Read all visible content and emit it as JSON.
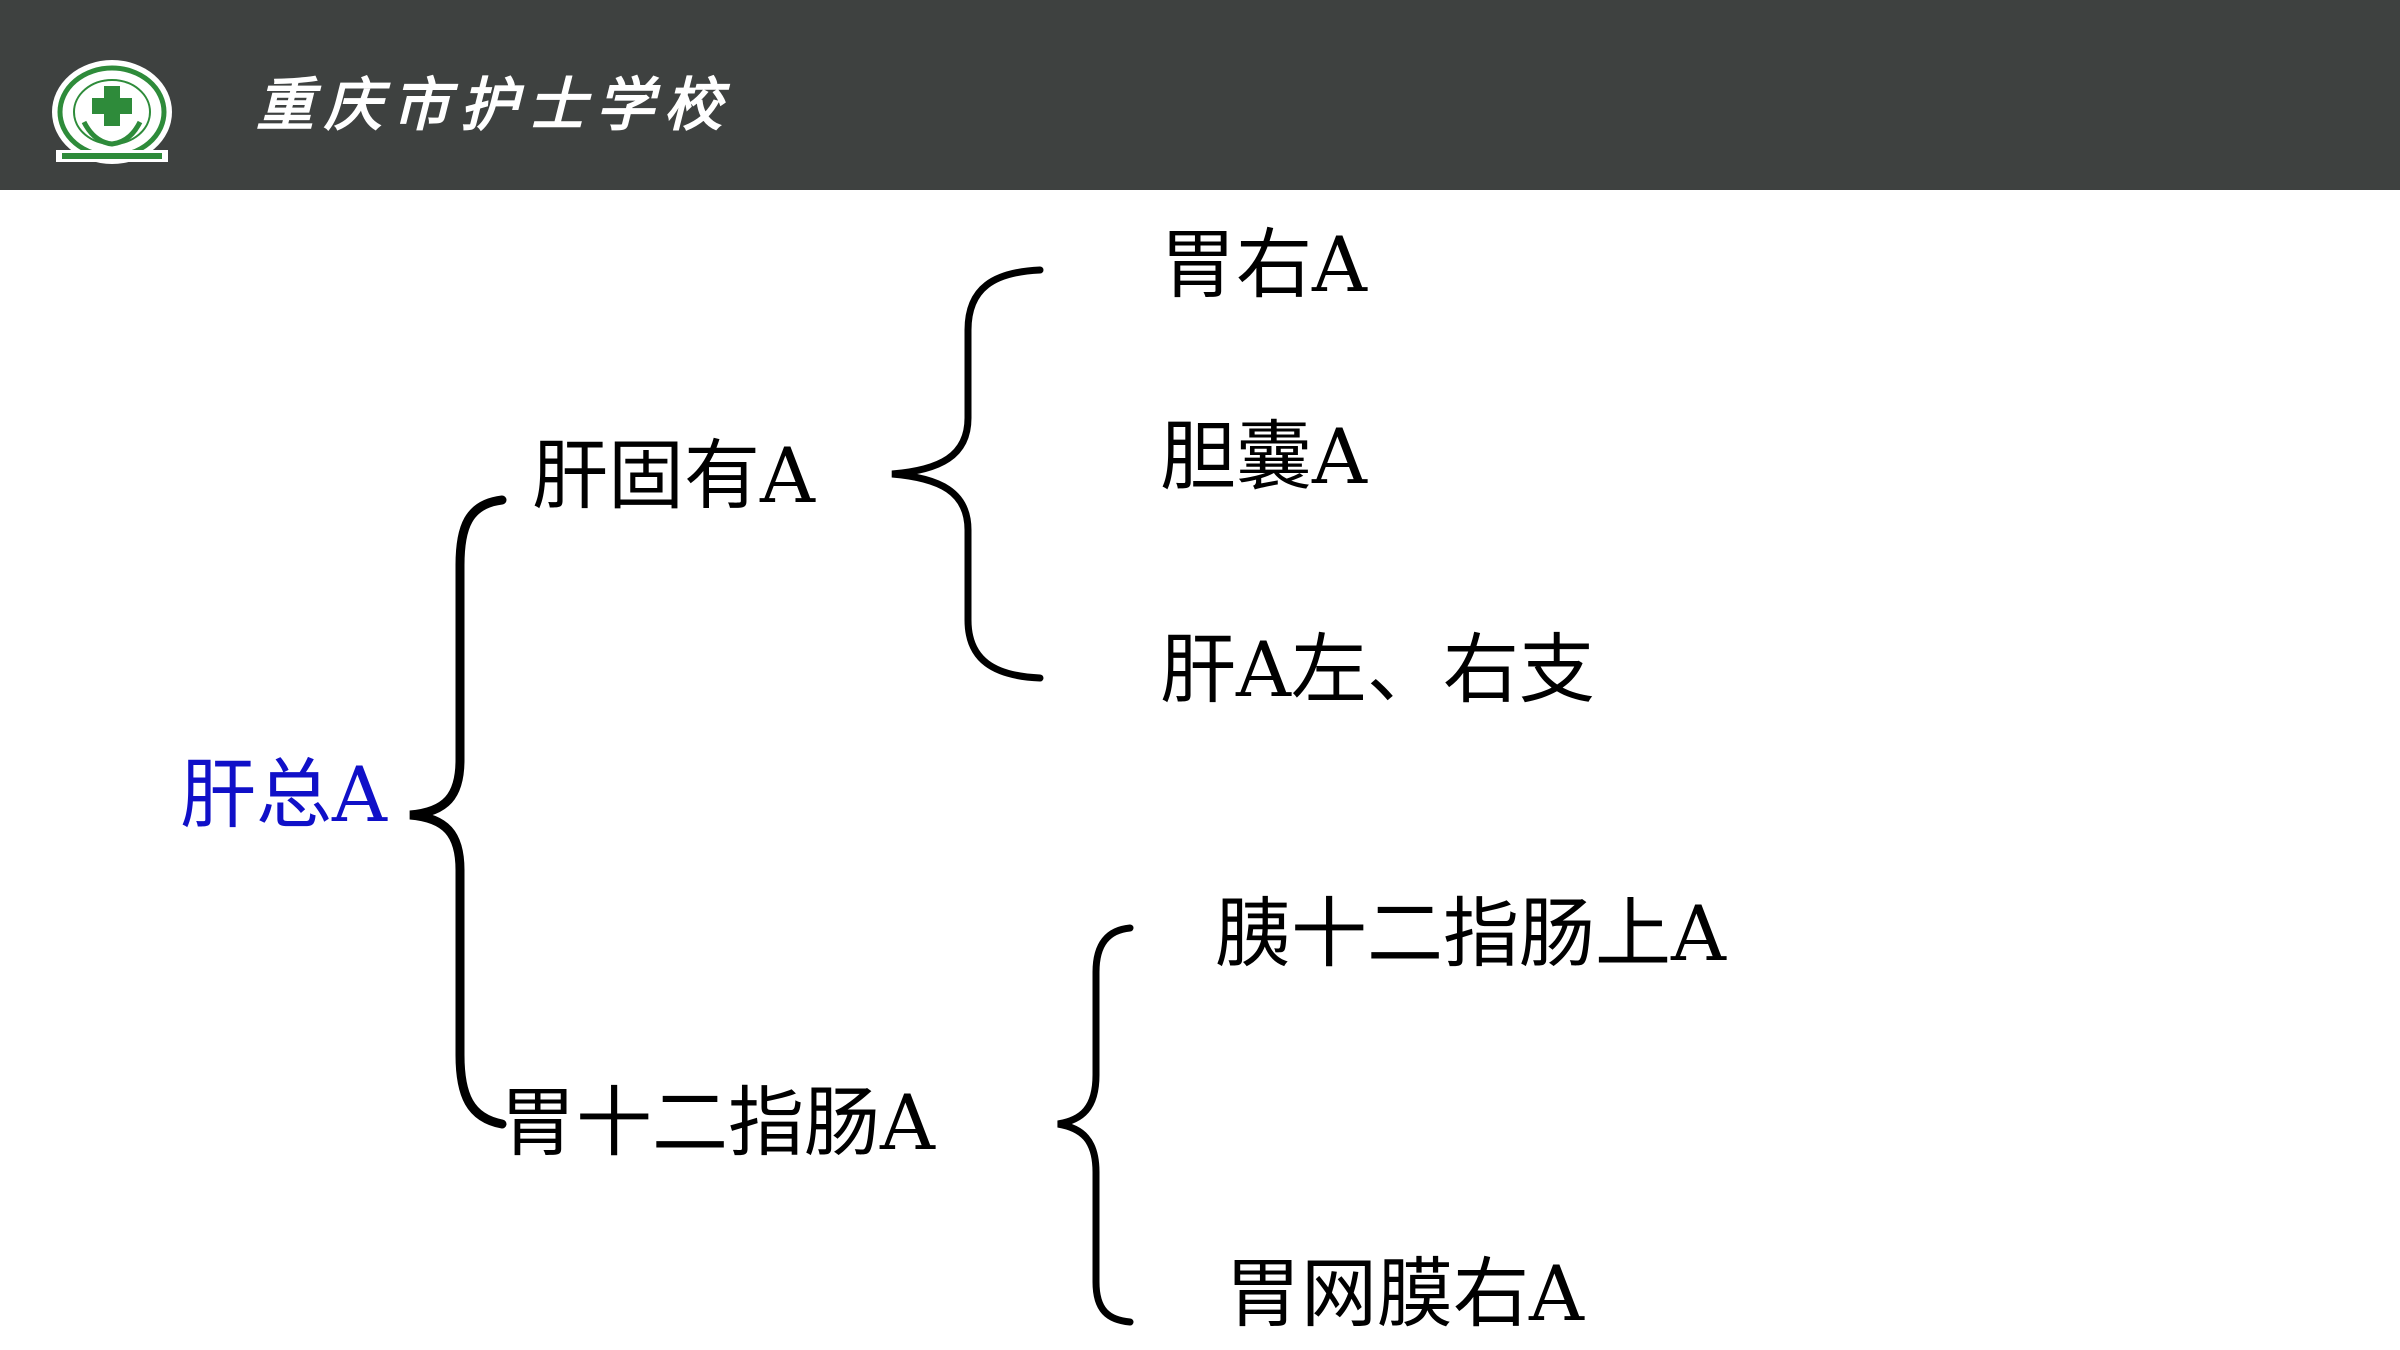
{
  "header": {
    "school_name": "重庆市护士学校",
    "logo_icon": "school-emblem-icon",
    "background_color": "#3e4140",
    "text_color": "#ffffff"
  },
  "diagram": {
    "root": "肝总A",
    "root_color": "#1010c8",
    "branches": [
      {
        "label": "肝固有A",
        "children": [
          "胃右A",
          "胆囊A",
          "肝A左、右支"
        ]
      },
      {
        "label": "胃十二指肠A",
        "children": [
          "胰十二指肠上A",
          "胃网膜右A"
        ]
      }
    ]
  }
}
